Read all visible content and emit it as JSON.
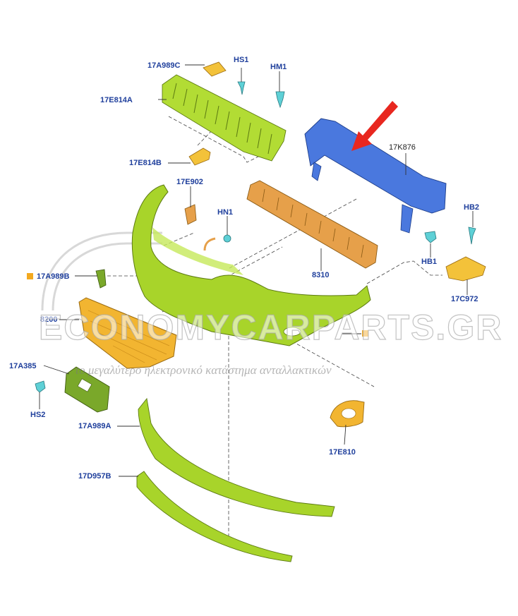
{
  "colors": {
    "label": "#1f3f9c",
    "bumper": "#a8d42a",
    "reinforcement": "#3f6fd8",
    "absorber": "#e6a04a",
    "grille": "#f2b531",
    "highlight_arrow": "#e8271f",
    "leader": "#333333",
    "bracket_marker": "#f3a91f"
  },
  "watermark": {
    "brand": "ECONOMYCARPARTS.GR",
    "tagline": "το μεγαλύτερο ηλεκτρονικό κατάστημα ανταλλακτικών"
  },
  "parts": [
    {
      "code": "17A989C",
      "icon": "bracket-small"
    },
    {
      "code": "HS1",
      "icon": "screw"
    },
    {
      "code": "HM1",
      "icon": "clip"
    },
    {
      "code": "17E814A",
      "icon": "upper-grille-frame"
    },
    {
      "code": "17E814B",
      "icon": "bracket-small"
    },
    {
      "code": "17K876",
      "icon": "bumper-reinforcement"
    },
    {
      "code": "17E902",
      "icon": "bracket-small"
    },
    {
      "code": "HN1",
      "icon": "nut"
    },
    {
      "code": "HB2",
      "icon": "bolt"
    },
    {
      "code": "HB1",
      "icon": "bolt"
    },
    {
      "code": "8310",
      "icon": "energy-absorber"
    },
    {
      "code": "17A989B",
      "icon": "bracket-small"
    },
    {
      "code": "17C972",
      "icon": "mounting-bracket"
    },
    {
      "code": "8200",
      "icon": "radiator-grille"
    },
    {
      "code": "17A385",
      "icon": "license-plate-bracket"
    },
    {
      "code": "HS2",
      "icon": "screw"
    },
    {
      "code": "17E810",
      "icon": "fog-lamp-bezel"
    },
    {
      "code": "17A989A",
      "icon": "lower-spoiler"
    },
    {
      "code": "17D957B",
      "icon": "lip-moulding"
    }
  ]
}
